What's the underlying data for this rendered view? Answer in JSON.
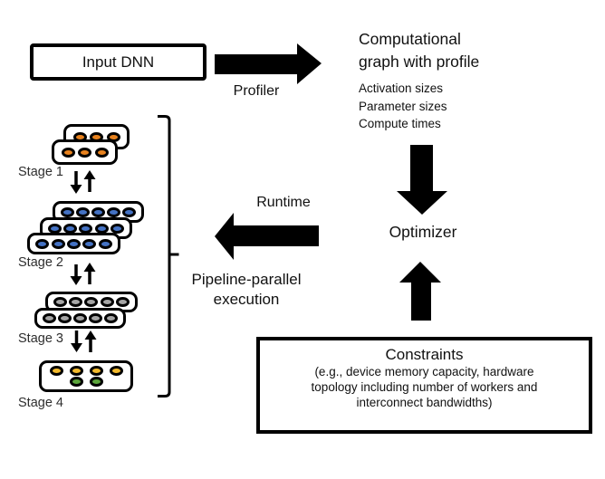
{
  "colors": {
    "ink": "#000000",
    "orange": "#E8821E",
    "blue": "#4472C4",
    "gray": "#A5A5A5",
    "yellow": "#F2B92C",
    "green": "#5BA53B"
  },
  "input_dnn": {
    "label": "Input DNN"
  },
  "profiler": {
    "label": "Profiler"
  },
  "comp_graph": {
    "title_line1": "Computational",
    "title_line2": "graph with profile",
    "item1": "Activation sizes",
    "item2": "Parameter sizes",
    "item3": "Compute times"
  },
  "optimizer": {
    "label": "Optimizer"
  },
  "runtime": {
    "label": "Runtime"
  },
  "pipeline": {
    "line1": "Pipeline-parallel",
    "line2": "execution"
  },
  "constraints": {
    "title": "Constraints",
    "line1": "(e.g., device memory capacity, hardware",
    "line2": "topology including number of workers and",
    "line3": "interconnect bandwidths)"
  },
  "stages": [
    {
      "label": "Stage 1",
      "layers": [
        [
          "orange",
          "orange",
          "orange"
        ],
        [
          "orange",
          "orange",
          "orange"
        ]
      ]
    },
    {
      "label": "Stage 2",
      "layers": [
        [
          "blue",
          "blue",
          "blue",
          "blue",
          "blue"
        ],
        [
          "blue",
          "blue",
          "blue",
          "blue",
          "blue"
        ],
        [
          "blue",
          "blue",
          "blue",
          "blue",
          "blue"
        ]
      ]
    },
    {
      "label": "Stage 3",
      "layers": [
        [
          "gray",
          "gray",
          "gray",
          "gray",
          "gray"
        ],
        [
          "gray",
          "gray",
          "gray",
          "gray",
          "gray"
        ]
      ]
    },
    {
      "label": "Stage 4",
      "rows": [
        [
          "yellow",
          "yellow",
          "yellow",
          "yellow"
        ],
        [
          "green",
          "green"
        ]
      ]
    }
  ]
}
